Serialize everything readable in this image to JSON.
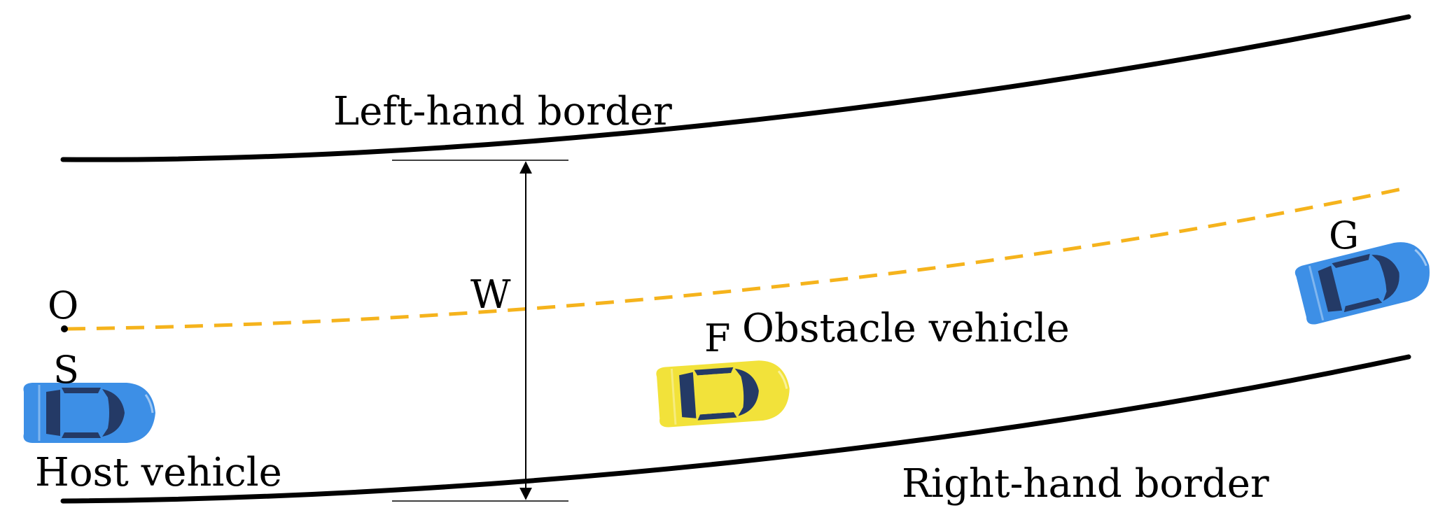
{
  "labels": {
    "left_border": "Left-hand border",
    "right_border": "Right-hand border",
    "width": "W",
    "origin": "O",
    "start": "S",
    "goal": "G",
    "obstacle_point": "F",
    "obstacle": "Obstacle vehicle",
    "host": "Host vehicle"
  },
  "colors": {
    "border": "#000000",
    "path": "#f5b31c",
    "host_car": "#3d8fe6",
    "goal_car": "#3d8fe6",
    "obstacle_car": "#f2e23a",
    "car_glass": "#243a66"
  },
  "icons": {
    "host": "car-top-view-icon",
    "goal": "car-top-view-icon",
    "obstacle": "car-top-view-icon"
  }
}
